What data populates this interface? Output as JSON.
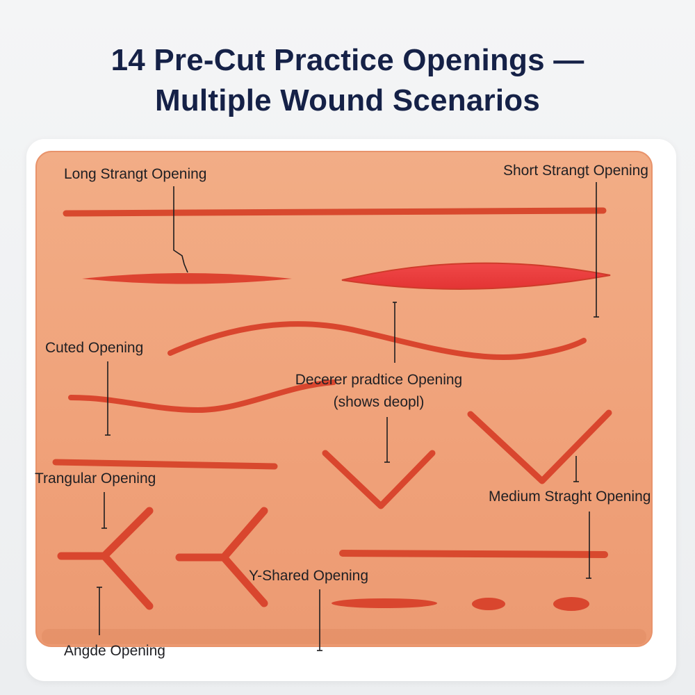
{
  "header": {
    "title_line1": "14 Pre-Cut Practice Openings —",
    "title_line2": "Multiple Wound Scenarios"
  },
  "colors": {
    "background": "#eff1f3",
    "title": "#152147",
    "pad_skin": "#f0a57c",
    "wound": "#d9412b",
    "wound_deep": "#ee3b3b",
    "label_text": "#1f1f23"
  },
  "labels": {
    "long_straight": "Long Strangt Opening",
    "short_straight": "Short Strangt Opening",
    "cuted": "Cuted Opening",
    "decerer_line1": "Decerer pradtice Opening",
    "decerer_line2": "(shows deopl)",
    "trangular": "Trangular Opening",
    "medium_straight": "Medium Straght Opening",
    "y_shared": "Y-Shared Opening",
    "angde": "Angde Opening"
  }
}
